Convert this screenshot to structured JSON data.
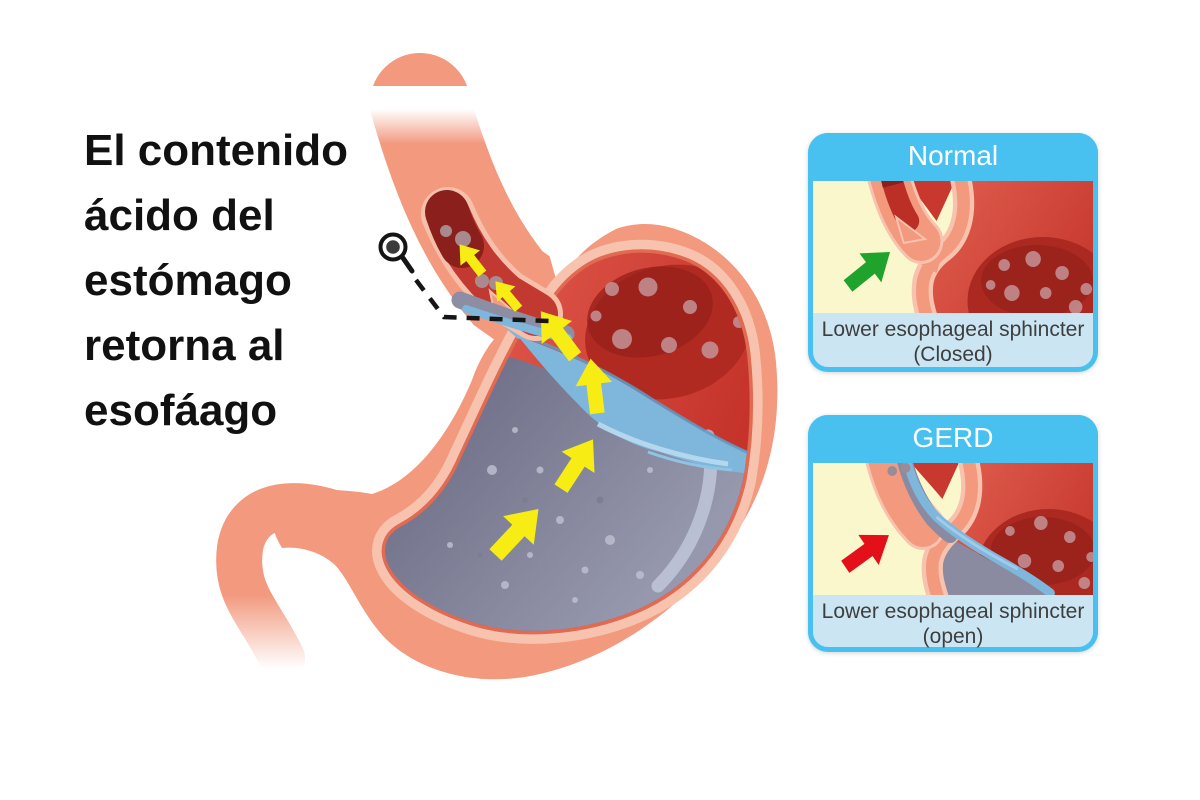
{
  "headline": {
    "lines": [
      "El contenido",
      "ácido del",
      "estómago",
      "retorna al",
      "esofáago"
    ],
    "color": "#111111"
  },
  "diagram": {
    "subject": "stomach cross-section with acid reflux into esophagus",
    "icons": {
      "magnifier": "magnifier-callout-icon"
    },
    "colors": {
      "stomach_wall": "#F2997E",
      "wall_lining": "#F8C3AE",
      "lining_edge": "#E06A52",
      "interior_red": "#D8473C",
      "fundus_dome": "#AC2921",
      "lumen_dark": "#8A1F1B",
      "acid_fluid": "#7FB6DC",
      "stomach_content": "#8E8FA4",
      "reflux_arrows": "#F7EC13",
      "callout_line": "#151515"
    }
  },
  "panels": [
    {
      "title": "Normal",
      "caption_line1": "Lower esophageal sphincter",
      "caption_line2": "(Closed)",
      "state": "closed",
      "arrow_color": "#1FA32C",
      "header_color": "#49C1F0",
      "caption_bg": "#CBE5F3",
      "art_bg": "#FBF7CD"
    },
    {
      "title": "GERD",
      "caption_line1": "Lower esophageal sphincter",
      "caption_line2": "(open)",
      "state": "open",
      "arrow_color": "#E31019",
      "header_color": "#49C1F0",
      "caption_bg": "#CBE5F3",
      "art_bg": "#FBF7CD"
    }
  ]
}
